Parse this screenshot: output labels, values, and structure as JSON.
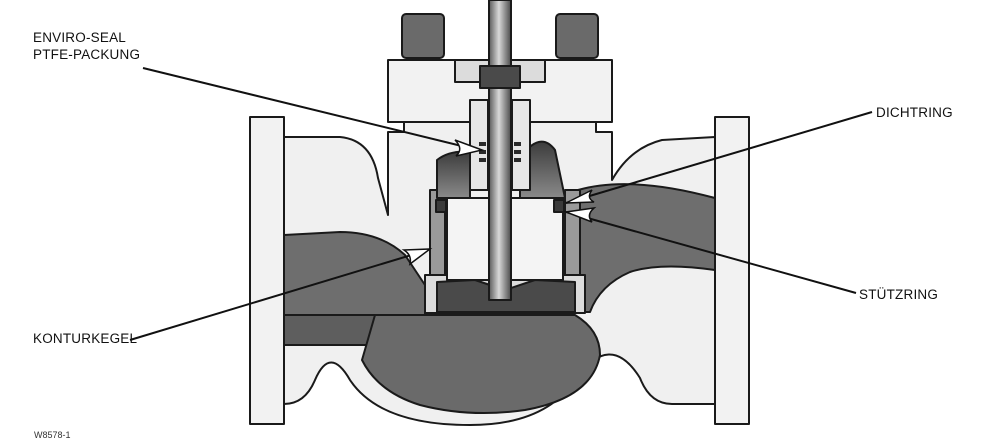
{
  "labels": {
    "packing_line1": "ENVIRO-SEAL",
    "packing_line2": "PTFE-PACKUNG",
    "seal_ring": "DICHTRING",
    "backup_ring": "STÜTZRING",
    "contoured_plug": "KONTURKEGEL"
  },
  "figure_id": "W8578-1",
  "colors": {
    "body_fill": "#6e6e6e",
    "body_light": "#f0f0f0",
    "outline": "#1a1a1a",
    "leader": "#111111"
  }
}
